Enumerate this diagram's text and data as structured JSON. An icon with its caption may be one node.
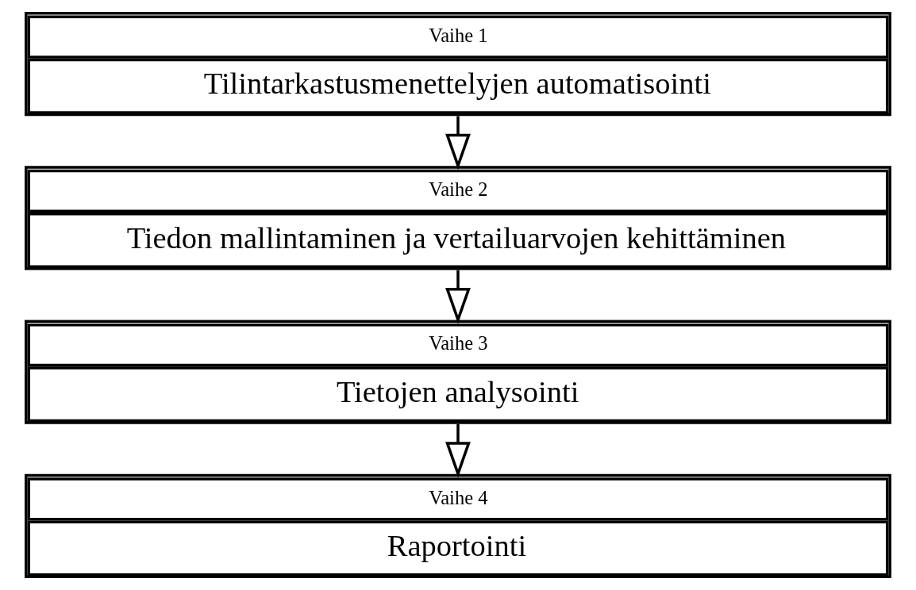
{
  "diagram": {
    "nodes": [
      {
        "text": [
          "Vaihe 1",
          "Tilintarkastusmenettelyjen automatisointi"
        ]
      },
      {
        "text": [
          "Vaihe 2",
          "Tiedon mallintaminen ja vertailuarvojen kehittäminen"
        ]
      },
      {
        "text": [
          "Vaihe 3",
          "Tietojen analysointi"
        ]
      },
      {
        "text": [
          "Vaihe 4",
          "Raportointi"
        ]
      }
    ],
    "edges": [
      {
        "from": 0,
        "to": 1,
        "arrow": "to"
      },
      {
        "from": 1,
        "to": 2,
        "arrow": "to"
      },
      {
        "from": 2,
        "to": 3,
        "arrow": "to"
      }
    ]
  }
}
